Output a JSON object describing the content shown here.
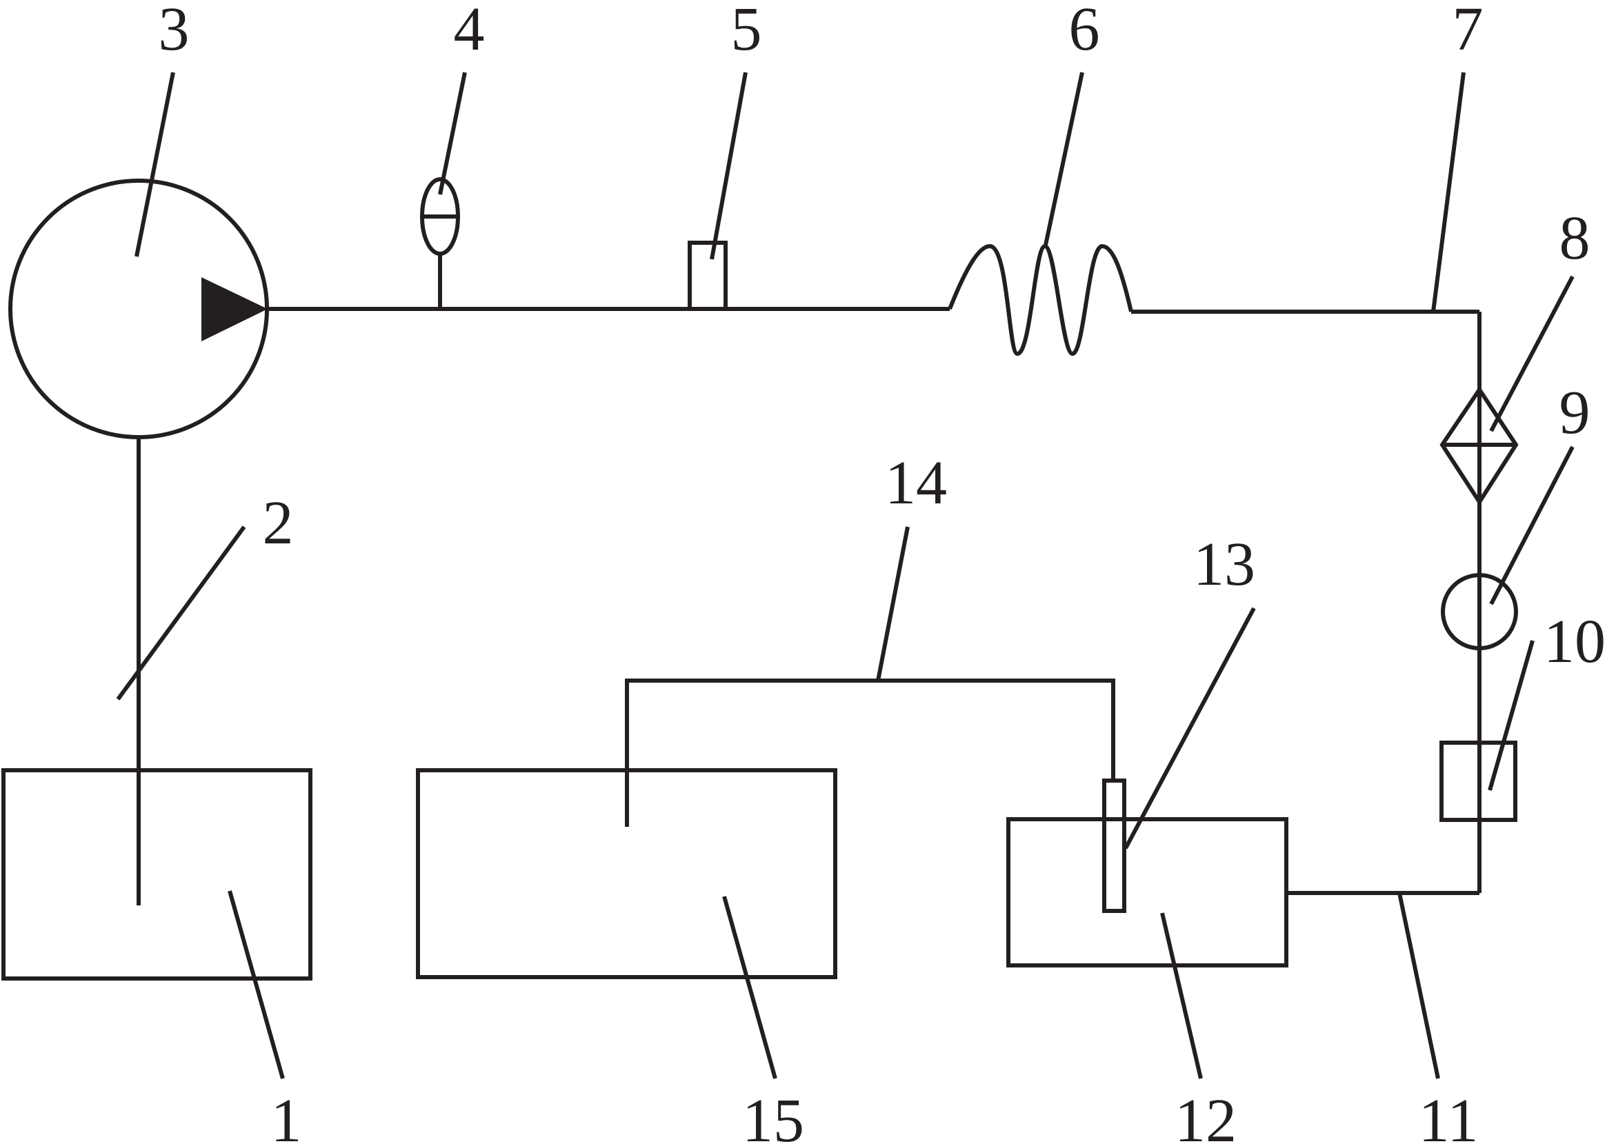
{
  "diagram": {
    "colors": {
      "stroke": "#231f20",
      "background": "#ffffff"
    },
    "labels": {
      "l1": "1",
      "l2": "2",
      "l3": "3",
      "l4": "4",
      "l5": "5",
      "l6": "6",
      "l7": "7",
      "l8": "8",
      "l9": "9",
      "l10": "10",
      "l11": "11",
      "l12": "12",
      "l13": "13",
      "l14": "14",
      "l15": "15"
    }
  }
}
